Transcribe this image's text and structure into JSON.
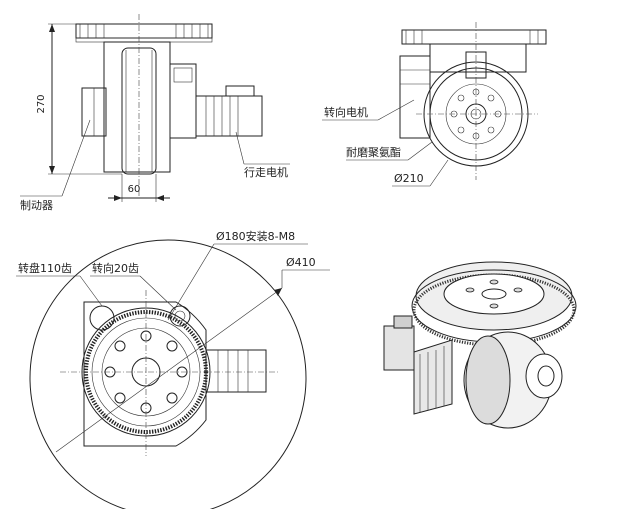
{
  "side_view": {
    "dim_height": "270",
    "dim_width": "60",
    "label_brake": "制动器",
    "label_drive_motor": "行走电机"
  },
  "front_view": {
    "label_steer_motor": "转向电机",
    "label_tread": "耐磨聚氨酯",
    "dim_wheel_dia": "Ø210"
  },
  "top_view": {
    "label_slew_ring": "转盘110齿",
    "label_steer_gear": "转向20齿",
    "label_mount": "Ø180安装8-M8",
    "dim_outer_dia": "Ø410"
  }
}
